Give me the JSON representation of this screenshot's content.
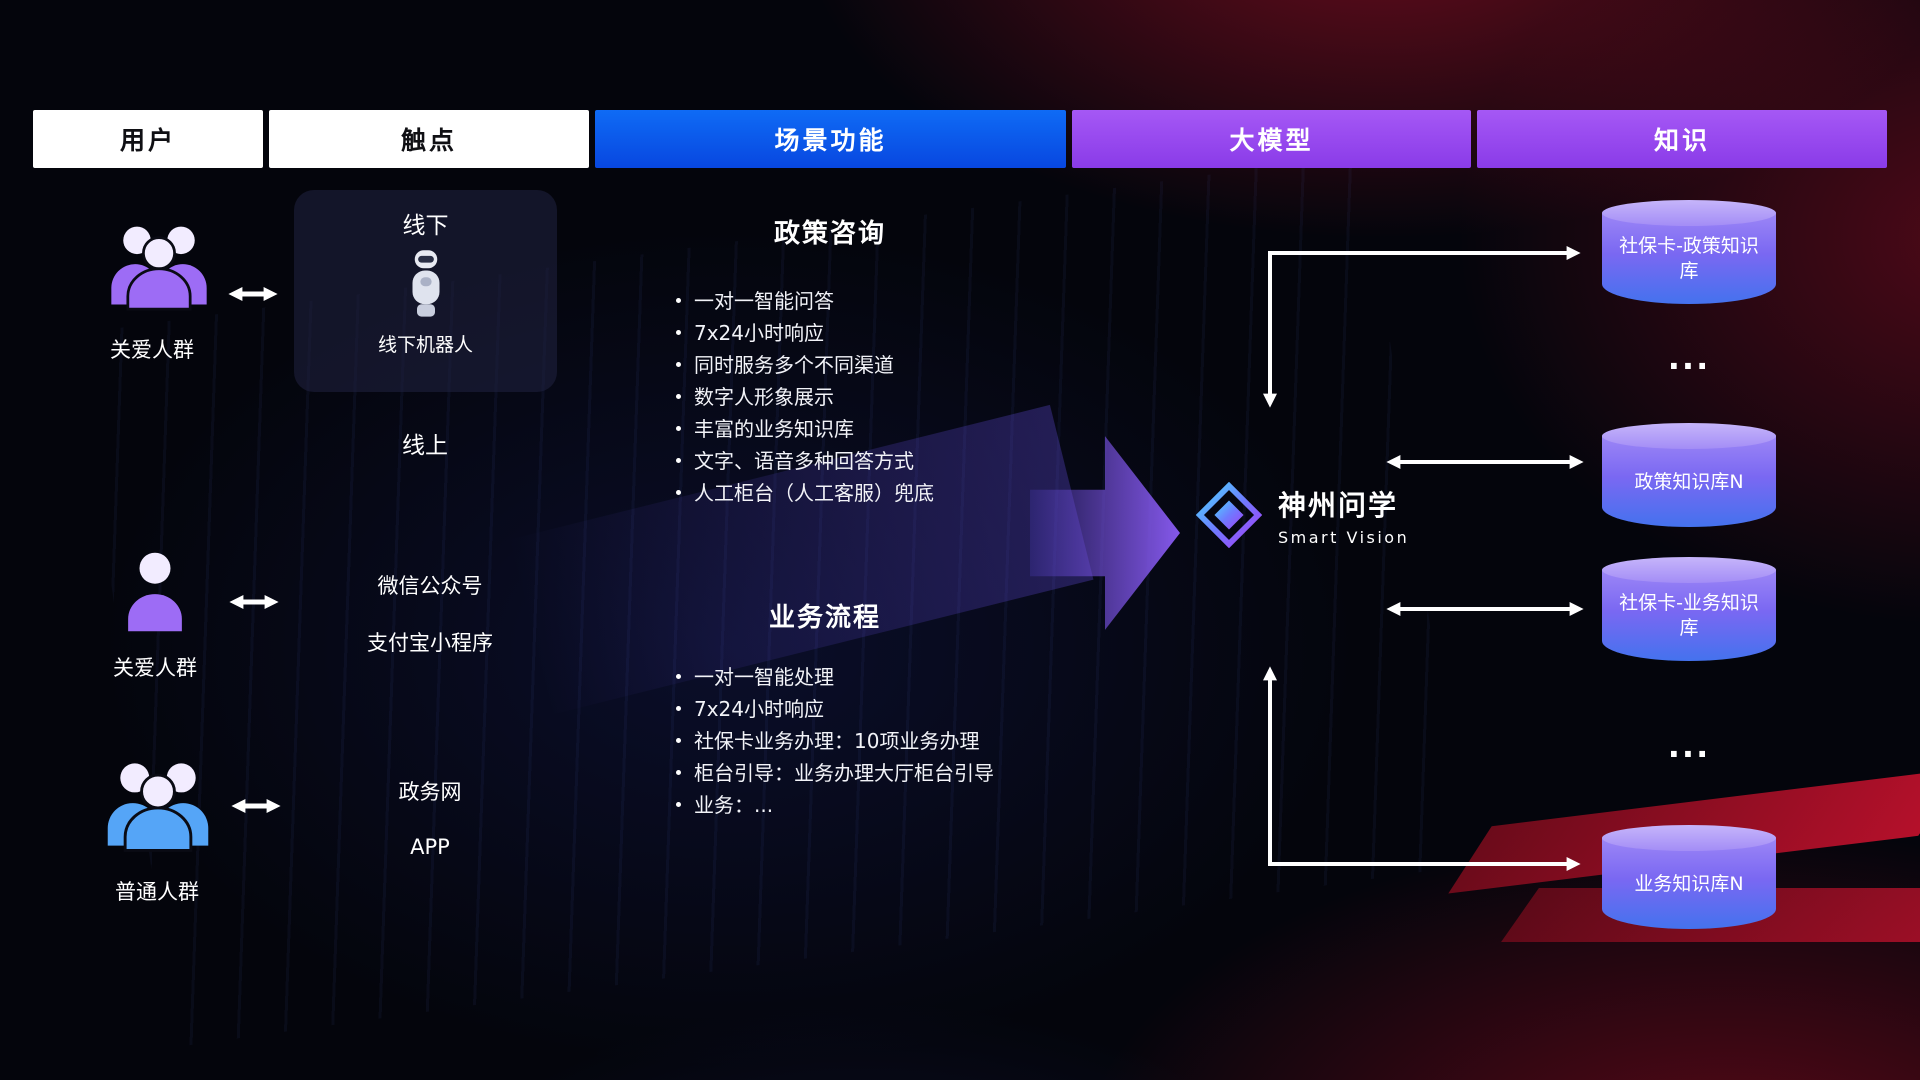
{
  "header": {
    "columns": [
      {
        "label": "用户"
      },
      {
        "label": "触点"
      },
      {
        "label": "场景功能"
      },
      {
        "label": "大模型"
      },
      {
        "label": "知识"
      }
    ]
  },
  "users": [
    {
      "label": "关爱人群",
      "icon": "user-group-icon",
      "color_key": "user_purple"
    },
    {
      "label": "关爱人群",
      "icon": "user-single-icon",
      "color_key": "user_purple"
    },
    {
      "label": "普通人群",
      "icon": "user-group-icon",
      "color_key": "user_blue"
    }
  ],
  "touchpoints": {
    "offline_title": "线下",
    "offline_robot_label": "线下机器人",
    "robot_icon": "robot-icon",
    "online_title": "线上",
    "channels": [
      "微信公众号",
      "支付宝小程序",
      "政务网",
      "APP"
    ]
  },
  "scene_functions": {
    "sections": [
      {
        "title": "政策咨询",
        "items": [
          "一对一智能问答",
          "7x24小时响应",
          "同时服务多个不同渠道",
          "数字人形象展示",
          "丰富的业务知识库",
          "文字、语音多种回答方式",
          "人工柜台（人工客服）兜底"
        ]
      },
      {
        "title": "业务流程",
        "items": [
          "一对一智能处理",
          "7x24小时响应",
          "社保卡业务办理：10项业务办理",
          "柜台引导：业务办理大厅柜台引导",
          "业务：..."
        ]
      }
    ]
  },
  "model": {
    "name": "神州问学",
    "subtitle": "Smart Vision",
    "logo_icon": "diamond-logo-icon"
  },
  "knowledge": {
    "items": [
      {
        "type": "db",
        "label": "社保卡-政策知识库"
      },
      {
        "type": "ellipsis",
        "label": "..."
      },
      {
        "type": "db",
        "label": "政策知识库N"
      },
      {
        "type": "db",
        "label": "社保卡-业务知识库"
      },
      {
        "type": "ellipsis",
        "label": "..."
      },
      {
        "type": "db",
        "label": "业务知识库N"
      }
    ]
  },
  "colors": {
    "header_blue": "#0b5bf0",
    "header_purple": "#9a4df2",
    "user_purple": "#9d6cf5",
    "user_blue": "#55a5f7",
    "person_head": "#f2ecff",
    "cylinder_top": "#c6b5fa",
    "cylinder_body_top": "#9c86f6",
    "cylinder_body_bottom": "#4472ee",
    "big_arrow_purple": "#8b5cf6",
    "arrow_white": "#ffffff",
    "red_glow": "#c01430",
    "background": "#04050c"
  }
}
